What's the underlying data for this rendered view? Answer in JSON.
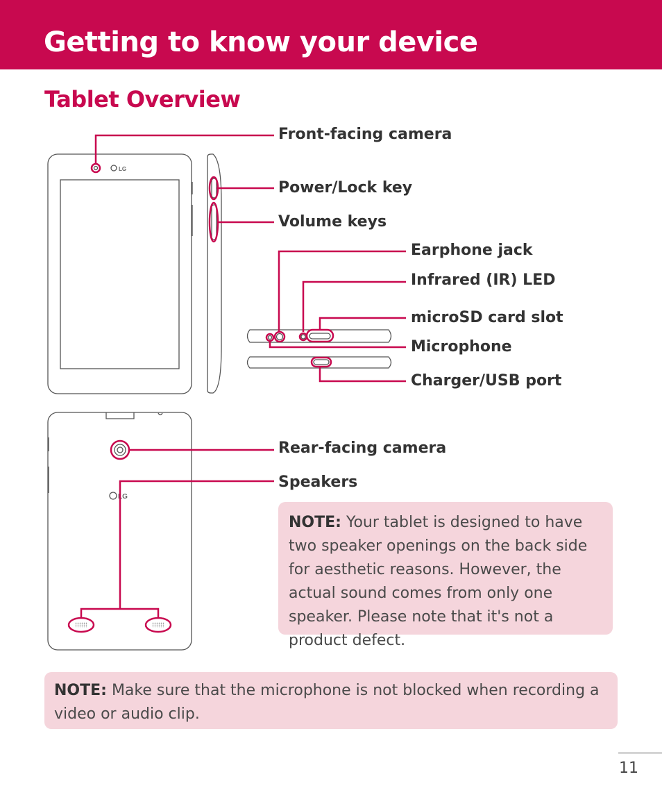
{
  "header": {
    "title": "Getting to know your device",
    "color": "#c8094f"
  },
  "section_title": "Tablet Overview",
  "labels": {
    "front_camera": "Front-facing camera",
    "power_lock": "Power/Lock key",
    "volume_keys": "Volume keys",
    "earphone_jack": "Earphone jack",
    "infrared": "Infrared (IR) LED",
    "microsd": "microSD card slot",
    "microphone": "Microphone",
    "charger_usb": "Charger/USB port",
    "rear_camera": "Rear-facing camera",
    "speakers": "Speakers"
  },
  "logo_text": "LG",
  "note_speakers": {
    "prefix": "NOTE:",
    "text": " Your tablet is designed to have two speaker openings on the back side for aesthetic reasons. However, the actual sound comes from only one speaker. Please note that it's not a product defect."
  },
  "note_microphone": {
    "prefix": "NOTE:",
    "text": " Make sure that the microphone is not blocked when recording a video or audio clip."
  },
  "page_number": "11",
  "colors": {
    "accent": "#c8094f",
    "note_bg": "#f5d5dc",
    "outline": "#555555"
  }
}
